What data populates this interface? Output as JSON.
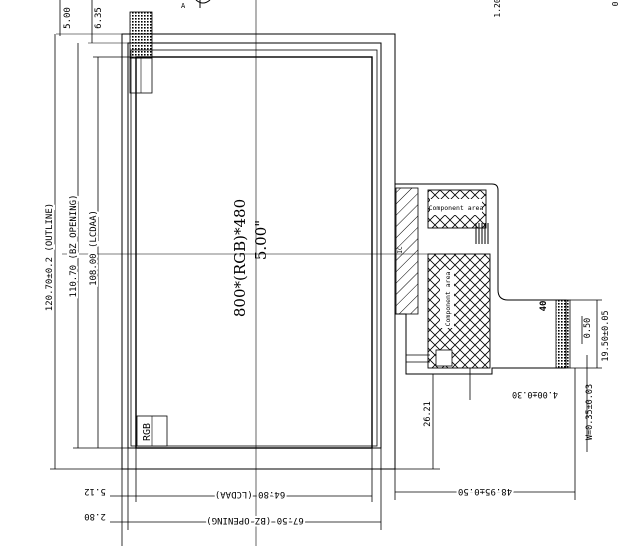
{
  "drawing": {
    "dims_top": {
      "d1": "5.00",
      "d2": "6.35"
    },
    "dims_left": {
      "outline": "120.70±0.2 (OUTLINE)",
      "bz_opening": "110.70 (BZ OPENING)",
      "lcdaa": "108.00 (LCDAA)"
    },
    "center": {
      "resolution": "800*(RGB)*480",
      "size": "5.00\""
    },
    "rgb_label": "RGB",
    "dims_bottom": {
      "lcdaa_w": "64.80 (LCDAA)",
      "bz_opening_w": "67.50 (BZ OPENING)",
      "left_a": "5.12",
      "left_b": "2.80",
      "fpc_offset": "48.95±0.50"
    },
    "fpc": {
      "pin_count": "40",
      "pitch": "0.50",
      "width": "19.50±0.05",
      "pin_width": "W=0.35±0.03",
      "tail_dim": "4.00±0.30",
      "offset": "26.21",
      "ic_label_top": "Component area",
      "ic_label_mid": "Component area",
      "ic_small": "IC"
    },
    "corner_text": {
      "a": "1.20",
      "b": "0",
      "c": "A"
    }
  }
}
